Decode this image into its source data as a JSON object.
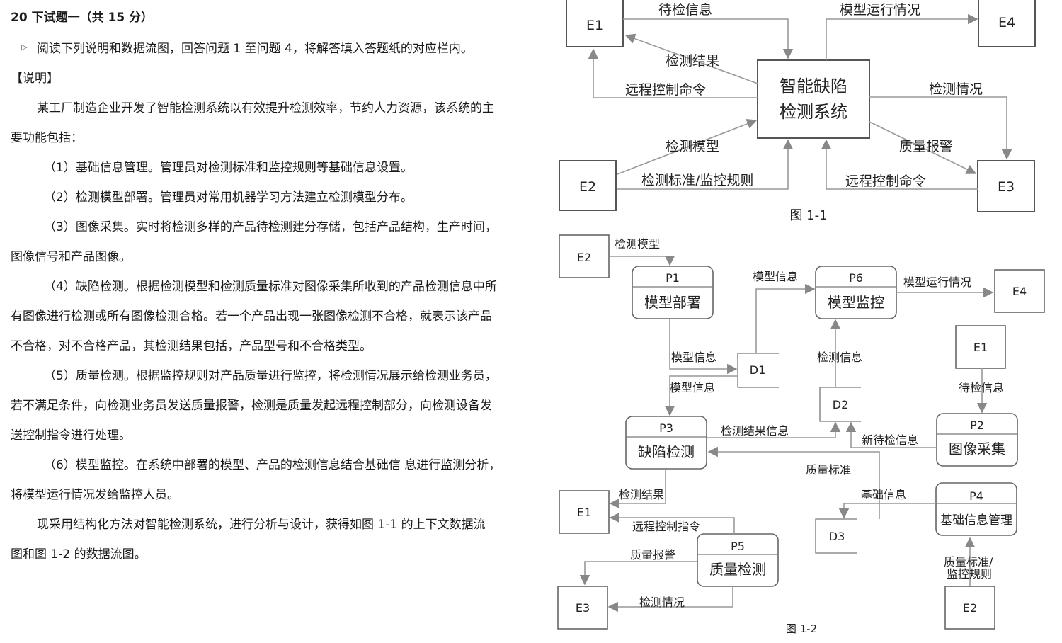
{
  "doc": {
    "title": "20 下试题一（共 15 分）",
    "intro": "阅读下列说明和数据流图，回答问题 1 至问题 4，将解答填入答题纸的对应栏内。",
    "section": "【说明】",
    "lines": [
      "某工厂制造企业开发了智能检测系统以有效提升检测效率，节约人力资源，该系统的主",
      "要功能包括：",
      "（1）基础信息管理。管理员对检测标准和监控规则等基础信息设置。",
      "（2）检测模型部署。管理员对常用机器学习方法建立检测模型分布。",
      "（3）图像采集。实时将检测多样的产品待检测建分存储，包括产品结构，生产时间，",
      "图像信号和产品图像。",
      "（4）缺陷检测。根据检测模型和检测质量标准对图像采集所收到的产品检测信息中所",
      "有图像进行检测或所有图像检测合格。若一个产品出现一张图像检测不合格，就表示该产品",
      "不合格，对不合格产品，其检测结果包括，产品型号和不合格类型。",
      "（5）质量检测。根据监控规则对产品质量进行监控，将检测情况展示给检测业务员，",
      "若不满足条件，向检测业务员发送质量报警，检测是质量发起远程控制部分，向检测设备发",
      "送控制指令进行处理。",
      "（6）模型监控。在系统中部署的模型、产品的检测信息结合基础信  息进行监测分析，",
      "将模型运行情况发给监控人员。",
      "现采用结构化方法对智能检测系统，进行分析与设计，获得如图 1-1 的上下文数据流",
      "图和图 1-2 的数据流图。"
    ]
  },
  "fig1": {
    "caption": "图 1-1",
    "center": [
      "智能缺陷",
      "检测系统"
    ],
    "entities": {
      "e1": "E1",
      "e2": "E2",
      "e3": "E3",
      "e4": "E4"
    },
    "flows": {
      "f1": "待检信息",
      "f2": "模型运行情况",
      "f3": "检测结果",
      "f4": "远程控制命令",
      "f5": "检测情况",
      "f6": "检测模型",
      "f7": "质量报警",
      "f8": "检测标准/监控规则",
      "f9": "远程控制命令"
    }
  },
  "fig2": {
    "caption": "图 1-2",
    "processes": {
      "p1": {
        "id": "P1",
        "name": "模型部署"
      },
      "p6": {
        "id": "P6",
        "name": "模型监控"
      },
      "p3": {
        "id": "P3",
        "name": "缺陷检测"
      },
      "p2": {
        "id": "P2",
        "name": "图像采集"
      },
      "p4": {
        "id": "P4",
        "name": "基础信息管理"
      },
      "p5": {
        "id": "P5",
        "name": "质量检测"
      }
    },
    "stores": {
      "d1": "D1",
      "d2": "D2",
      "d3": "D3"
    },
    "entities": {
      "e2a": "E2",
      "e4": "E4",
      "e1a": "E1",
      "e1b": "E1",
      "e3": "E3",
      "e2b": "E2"
    },
    "flows": {
      "g1": "检测模型",
      "g2": "模型信息",
      "g3": "模型运行情况",
      "g4": "模型信息",
      "g5": "检测信息",
      "g6": "模型信息",
      "g7": "待检信息",
      "g8": "检测结果信息",
      "g9": "新待检信息",
      "g10": "质量标准",
      "g11": "检测结果",
      "g12": "基础信息",
      "g13": "远程控制指令",
      "g14": "质量报警",
      "g15": "质量标准/",
      "g15b": "监控规则",
      "g16": "检测情况"
    }
  }
}
